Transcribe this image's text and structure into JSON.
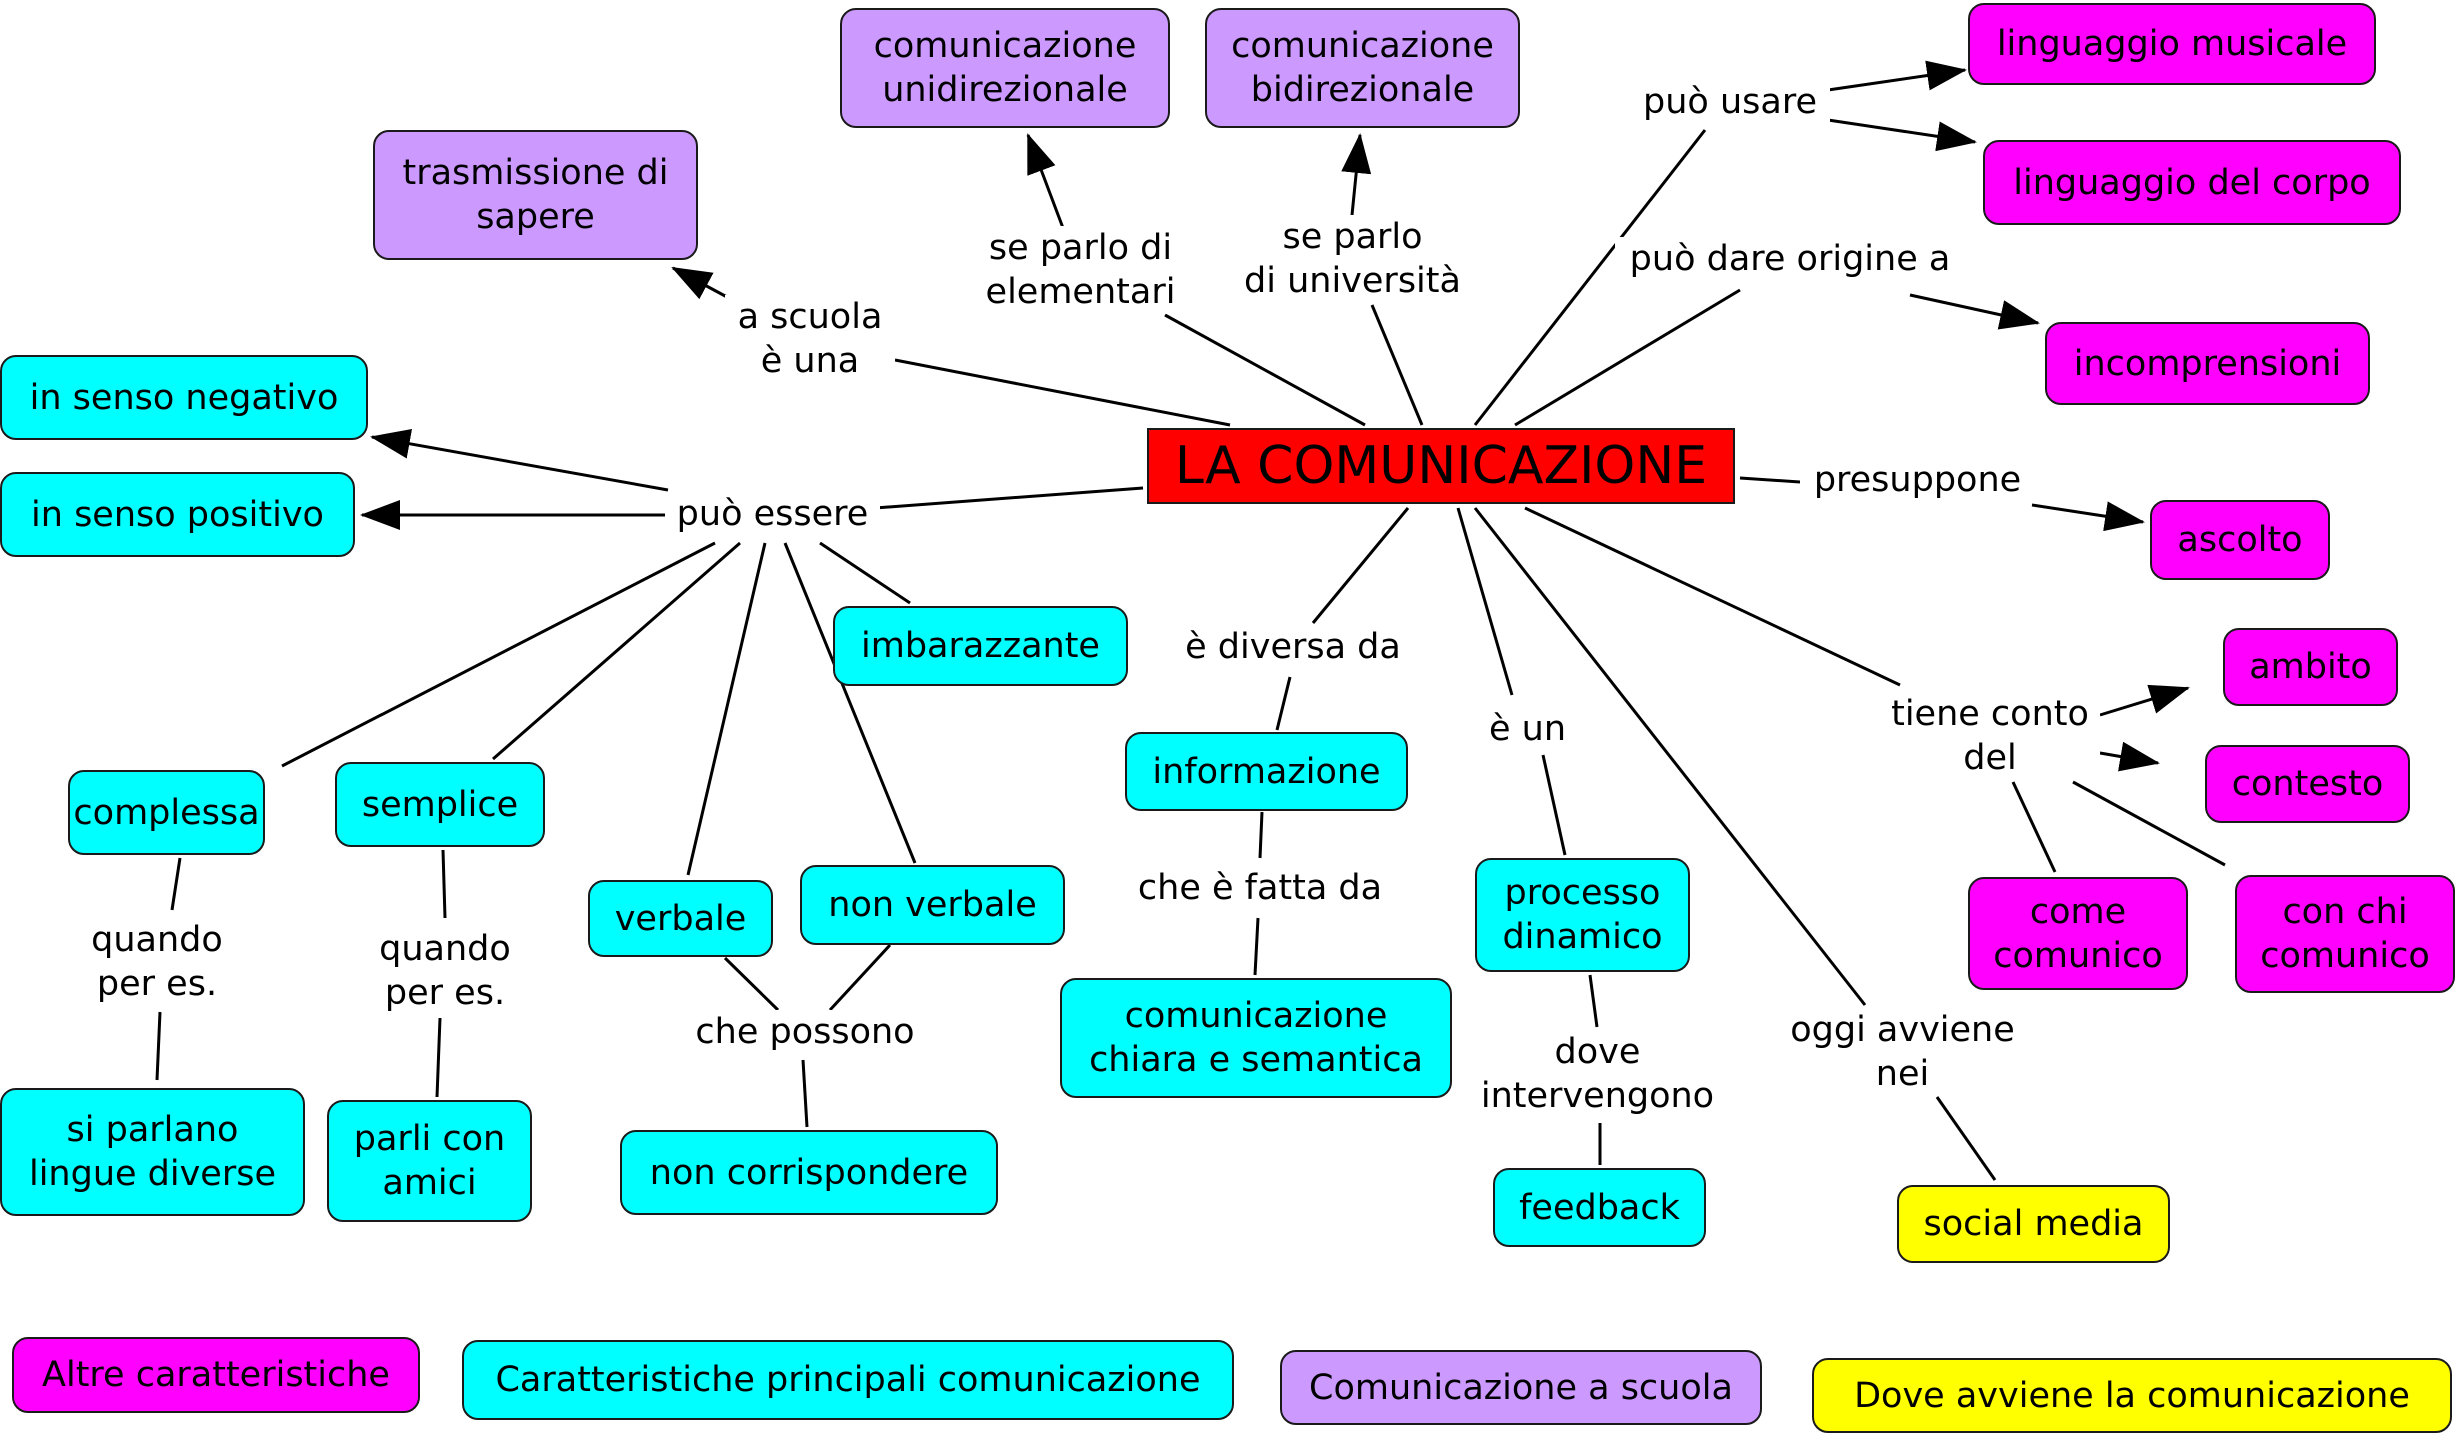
{
  "central": "LA COMUNICAZIONE",
  "nodes": {
    "trasmissione": "trasmissione di\nsapere",
    "unidirezionale": "comunicazione\nunidirezionale",
    "bidirezionale": "comunicazione\nbidirezionale",
    "linguaggio_musicale": "linguaggio musicale",
    "linguaggio_corpo": "linguaggio del corpo",
    "incomprensioni": "incomprensioni",
    "ascolto": "ascolto",
    "ambito": "ambito",
    "contesto": "contesto",
    "come_comunico": "come\ncomunico",
    "con_chi": "con chi\ncomunico",
    "senso_negativo": "in senso negativo",
    "senso_positivo": "in senso positivo",
    "imbarazzante": "imbarazzante",
    "complessa": "complessa",
    "semplice": "semplice",
    "verbale": "verbale",
    "non_verbale": "non verbale",
    "informazione": "informazione",
    "processo": "processo\ndinamico",
    "lingue": "si parlano\nlingue diverse",
    "amici": "parli con\namici",
    "non_corrispondere": "non corrispondere",
    "chiara": "comunicazione\nchiara e semantica",
    "feedback": "feedback",
    "social": "social media"
  },
  "labels": {
    "a_scuola": "a scuola\nè una",
    "se_elementari": "se parlo di\nelementari",
    "se_universita": "se parlo\ndi università",
    "puo_usare": "può usare",
    "puo_dare": "può dare origine a",
    "presuppone": "presuppone",
    "puo_essere": "può essere",
    "diversa_da": "è diversa da",
    "e_un": "è un",
    "tiene_conto": "tiene conto\ndel",
    "quando1": "quando\nper es.",
    "quando2": "quando\nper es.",
    "che_possono": "che possono",
    "fatta_da": "che è fatta da",
    "dove_intervengono": "dove\nintervengono",
    "oggi_avviene": "oggi avviene\nnei"
  },
  "legend": {
    "altre": "Altre caratteristiche",
    "principali": "Caratteristiche principali comunicazione",
    "scuola": "Comunicazione a scuola",
    "dove": "Dove avviene la comunicazione"
  },
  "colors": {
    "central": "#ff0000",
    "principali": "#00ffff",
    "altre": "#ff00ff",
    "scuola": "#cc99ff",
    "dove": "#ffff00"
  }
}
